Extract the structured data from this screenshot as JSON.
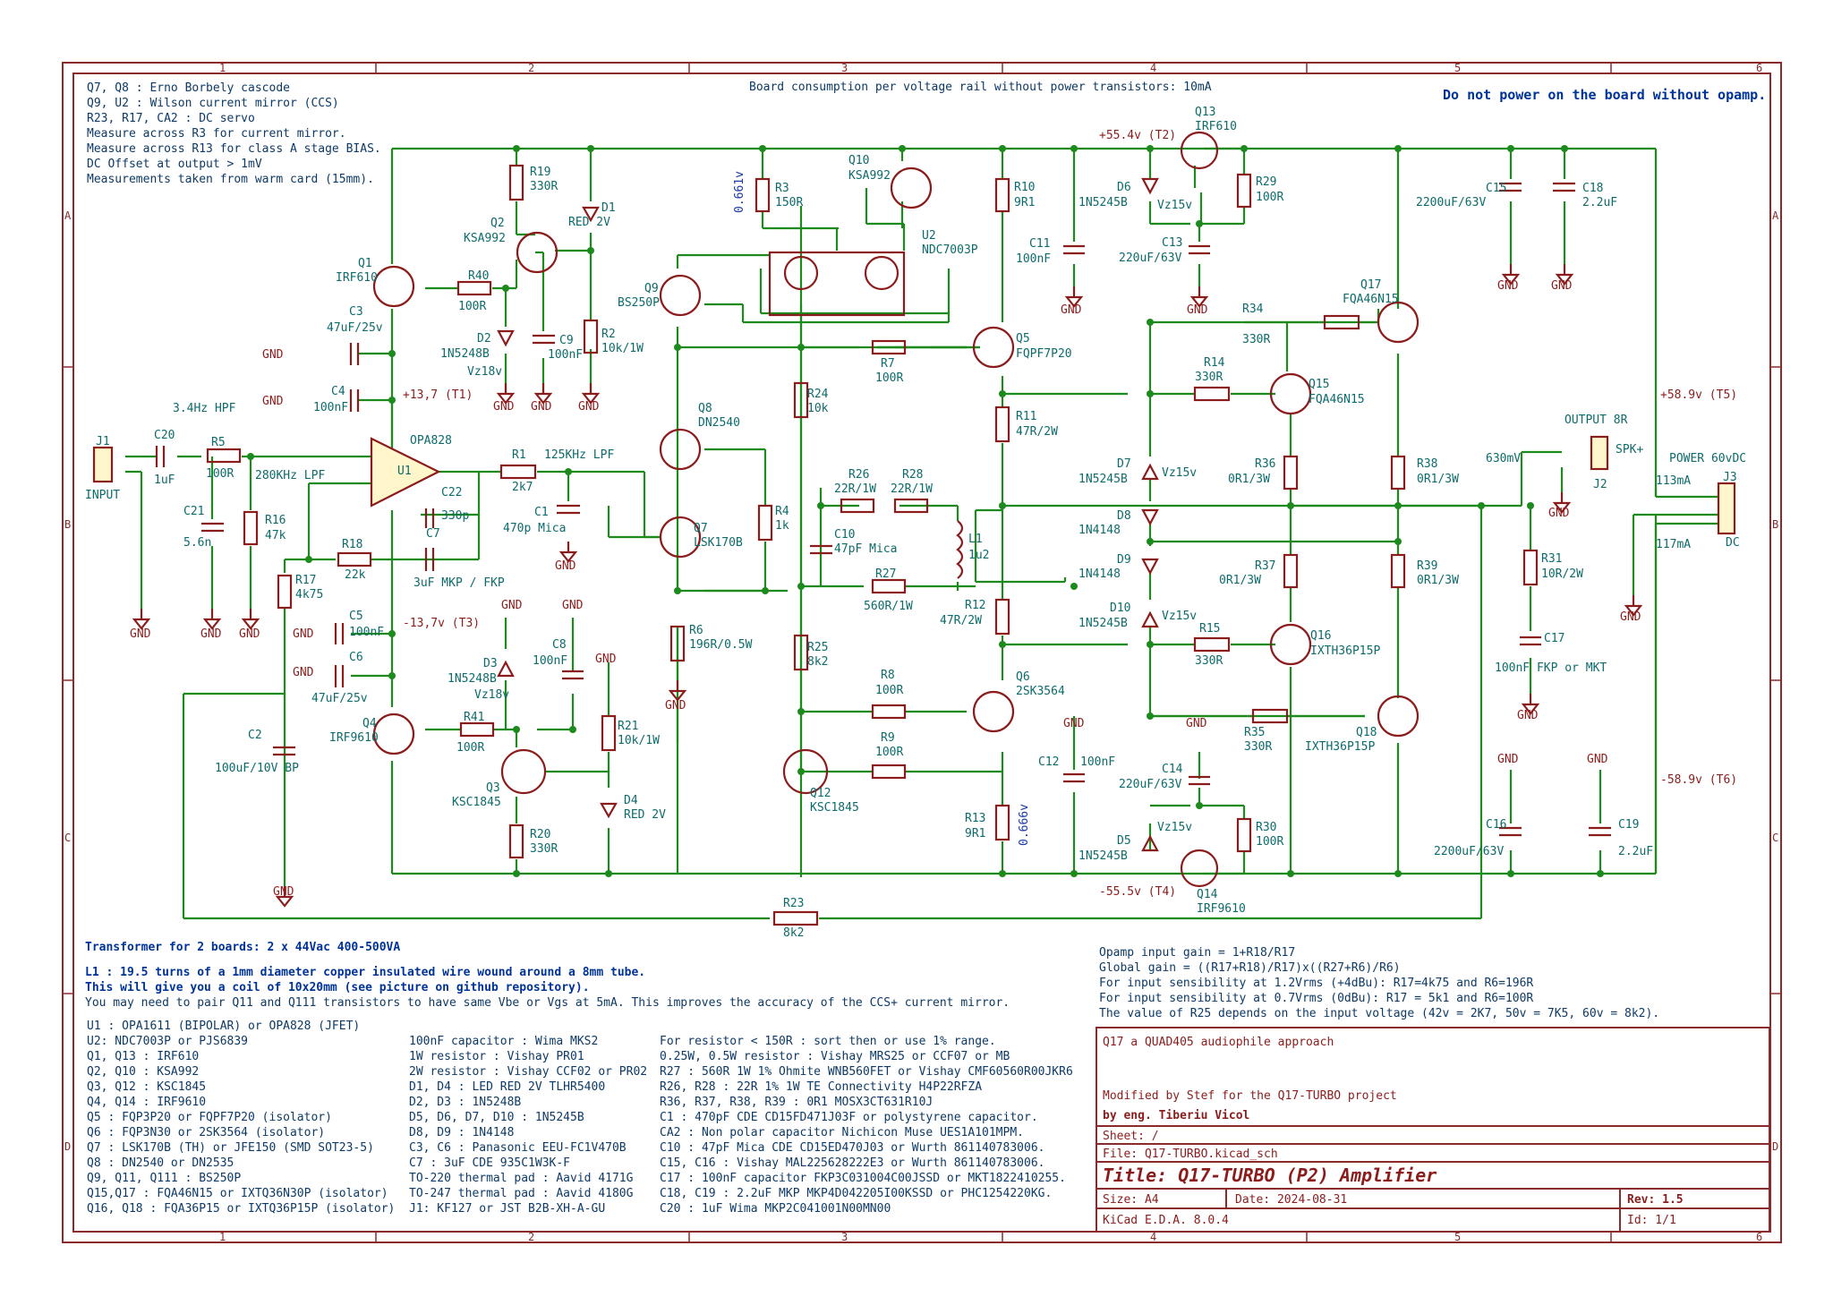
{
  "header_notes": [
    "Q7, Q8 : Erno Borbely cascode",
    "Q9, U2 : Wilson current mirror (CCS)",
    "R23, R17, CA2 : DC servo",
    "Measure across R3 for current mirror.",
    "Measure across R13 for class A stage BIAS.",
    "DC Offset at output > 1mV",
    "Measurements taken from warm card (15mm)."
  ],
  "board_consumption": "Board consumption per voltage rail without power transistors: 10mA",
  "warning": "Do not power on the board without opamp.",
  "grid_cols": [
    "1",
    "2",
    "3",
    "4",
    "5",
    "6"
  ],
  "grid_rows": [
    "A",
    "B",
    "C",
    "D"
  ],
  "rails": {
    "plus_t2": "+55.4v (T2)",
    "minus_t4": "-55.5v (T4)",
    "plus_t1": "+13,7 (T1)",
    "minus_t3": "-13,7v (T3)",
    "plus_t5": "+58.9v (T5)",
    "minus_t6": "-58.9v (T6)",
    "gnd": "GND"
  },
  "components": {
    "j1": {
      "ref": "J1",
      "val": "INPUT"
    },
    "c20": {
      "ref": "C20",
      "val": "1uF"
    },
    "r5": {
      "ref": "R5",
      "val": "100R"
    },
    "hpf": "3.4Hz HPF",
    "lpf280": "280KHz LPF",
    "lpf125": "125KHz LPF",
    "c21": {
      "ref": "C21",
      "val": "5.6n"
    },
    "r16": {
      "ref": "R16",
      "val": "47k"
    },
    "r18": {
      "ref": "R18",
      "val": "22k"
    },
    "r17": {
      "ref": "R17",
      "val": "4k75"
    },
    "c7": {
      "ref": "C7",
      "val": "3uF MKP / FKP"
    },
    "c22": {
      "ref": "C22",
      "val": "330p"
    },
    "u1": {
      "ref": "U1",
      "val": "OPA828"
    },
    "r1": {
      "ref": "R1",
      "val": "2k7"
    },
    "c1": {
      "ref": "C1",
      "val": "470p Mica"
    },
    "q1": {
      "ref": "Q1",
      "val": "IRF610"
    },
    "q4": {
      "ref": "Q4",
      "val": "IRF9610"
    },
    "c3": {
      "ref": "C3",
      "val": "47uF/25v"
    },
    "c4": {
      "ref": "C4",
      "val": "100nF"
    },
    "c5": {
      "ref": "C5",
      "val": "100nF"
    },
    "c6": {
      "ref": "C6",
      "val": "47uF/25v"
    },
    "c2": {
      "ref": "C2",
      "val": "100uF/10V BP"
    },
    "r19": {
      "ref": "R19",
      "val": "330R"
    },
    "q2": {
      "ref": "Q2",
      "val": "KSA992"
    },
    "r40": {
      "ref": "R40",
      "val": "100R"
    },
    "d2": {
      "ref": "D2",
      "val": "1N5248B"
    },
    "vz18": "Vz18v",
    "c9": {
      "ref": "C9",
      "val": "100nF"
    },
    "d1": {
      "ref": "D1",
      "val": "RED 2V"
    },
    "r2": {
      "ref": "R2",
      "val": "10k/1W"
    },
    "d3": {
      "ref": "D3",
      "val": "1N5248B"
    },
    "c8": {
      "ref": "C8",
      "val": "100nF"
    },
    "r41": {
      "ref": "R41",
      "val": "100R"
    },
    "q3": {
      "ref": "Q3",
      "val": "KSC1845"
    },
    "r21": {
      "ref": "R21",
      "val": "10k/1W"
    },
    "d4": {
      "ref": "D4",
      "val": "RED 2V"
    },
    "r20": {
      "ref": "R20",
      "val": "330R"
    },
    "r3": {
      "ref": "R3",
      "val": "150R"
    },
    "v661": "0.661v",
    "q10": {
      "ref": "Q10",
      "val": "KSA992"
    },
    "u2": {
      "ref": "U2",
      "val": "NDC7003P"
    },
    "q9": {
      "ref": "Q9",
      "val": "BS250P"
    },
    "q8": {
      "ref": "Q8",
      "val": "DN2540"
    },
    "q7": {
      "ref": "Q7",
      "val": "LSK170B"
    },
    "r4": {
      "ref": "R4",
      "val": "1k"
    },
    "r6": {
      "ref": "R6",
      "val": "196R/0.5W"
    },
    "r24": {
      "ref": "R24",
      "val": "10k"
    },
    "r25": {
      "ref": "R25",
      "val": "8k2"
    },
    "r7": {
      "ref": "R7",
      "val": "100R"
    },
    "r26": {
      "ref": "R26",
      "val": "22R/1W"
    },
    "r28": {
      "ref": "R28",
      "val": "22R/1W"
    },
    "c10": {
      "ref": "C10",
      "val": "47pF Mica"
    },
    "l1": {
      "ref": "L1",
      "val": "1u2"
    },
    "r27": {
      "ref": "R27",
      "val": "560R/1W"
    },
    "r8": {
      "ref": "R8",
      "val": "100R"
    },
    "r9": {
      "ref": "R9",
      "val": "100R"
    },
    "q12": {
      "ref": "Q12",
      "val": "KSC1845"
    },
    "r10": {
      "ref": "R10",
      "val": "9R1"
    },
    "q5": {
      "ref": "Q5",
      "val": "FQPF7P20"
    },
    "r11": {
      "ref": "R11",
      "val": "47R/2W"
    },
    "r12": {
      "ref": "R12",
      "val": "47R/2W"
    },
    "q6": {
      "ref": "Q6",
      "val": "2SK3564"
    },
    "r13": {
      "ref": "R13",
      "val": "9R1"
    },
    "v666": "0.666v",
    "c11": {
      "ref": "C11",
      "val": "100nF"
    },
    "c12": {
      "ref": "C12",
      "val": "100nF"
    },
    "d6": {
      "ref": "D6",
      "val": "1N5245B"
    },
    "vz15": "Vz15v",
    "q13": {
      "ref": "Q13",
      "val": "IRF610"
    },
    "r29": {
      "ref": "R29",
      "val": "100R"
    },
    "c13": {
      "ref": "C13",
      "val": "220uF/63V"
    },
    "r34": {
      "ref": "R34",
      "val": "330R"
    },
    "r14": {
      "ref": "R14",
      "val": "330R"
    },
    "q15": {
      "ref": "Q15",
      "val": "FQA46N15"
    },
    "q17": {
      "ref": "Q17",
      "val": "FQA46N15"
    },
    "d7": {
      "ref": "D7",
      "val": "1N5245B"
    },
    "d8": {
      "ref": "D8",
      "val": "1N4148"
    },
    "d9": {
      "ref": "D9",
      "val": "1N4148"
    },
    "d10": {
      "ref": "D10",
      "val": "1N5245B"
    },
    "r36": {
      "ref": "R36",
      "val": "0R1/3W"
    },
    "r37": {
      "ref": "R37",
      "val": "0R1/3W"
    },
    "r38": {
      "ref": "R38",
      "val": "0R1/3W"
    },
    "r39": {
      "ref": "R39",
      "val": "0R1/3W"
    },
    "r15": {
      "ref": "R15",
      "val": "330R"
    },
    "q16": {
      "ref": "Q16",
      "val": "IXTH36P15P"
    },
    "r35": {
      "ref": "R35",
      "val": "330R"
    },
    "q18": {
      "ref": "Q18",
      "val": "IXTH36P15P"
    },
    "c14": {
      "ref": "C14",
      "val": "220uF/63V"
    },
    "d5": {
      "ref": "D5",
      "val": "1N5245B"
    },
    "q14": {
      "ref": "Q14",
      "val": "IRF9610"
    },
    "r30": {
      "ref": "R30",
      "val": "100R"
    },
    "c15": {
      "ref": "C15",
      "val": "2200uF/63V"
    },
    "c18": {
      "ref": "C18",
      "val": "2.2uF"
    },
    "c16": {
      "ref": "C16",
      "val": "2200uF/63V"
    },
    "c19": {
      "ref": "C19",
      "val": "2.2uF"
    },
    "j2": {
      "ref": "J2",
      "val": "OUTPUT 8R",
      "pin": "SPK+"
    },
    "j3": {
      "ref": "J3",
      "val": "POWER 60vDC",
      "pin": "DC"
    },
    "mv630": "630mV",
    "ma113": "113mA",
    "ma117": "117mA",
    "r31": {
      "ref": "R31",
      "val": "10R/2W"
    },
    "c17": {
      "ref": "C17",
      "val": "100nF FKP or MKT"
    },
    "r23": {
      "ref": "R23",
      "val": "8k2"
    }
  },
  "transformer_note": "Transformer for 2 boards: 2 x 44Vac 400-500VA",
  "l1_notes": [
    "L1 : 19.5 turns of a 1mm diameter copper insulated wire wound around a 8mm tube.",
    "This will give you a coil of 10x20mm (see picture on github repository).",
    "You may need to pair Q11 and Q111 transistors to have same Vbe or Vgs at 5mA. This improves the accuracy of the CCS+ current mirror."
  ],
  "bom_col1": [
    "U1 : OPA1611 (BIPOLAR) or OPA828 (JFET)",
    "U2: NDC7003P or PJS6839",
    "Q1, Q13 : IRF610",
    "Q2, Q10 : KSA992",
    "Q3, Q12 : KSC1845",
    "Q4, Q14 : IRF9610",
    "Q5 : FQP3P20 or FQPF7P20 (isolator)",
    "Q6 : FQP3N30 or 2SK3564 (isolator)",
    "Q7 : LSK170B (TH) or JFE150 (SMD SOT23-5)",
    "Q8 : DN2540 or DN2535",
    "Q9, Q11, Q111 : BS250P",
    "Q15,Q17 : FQA46N15 or IXTQ36N30P (isolator)",
    "Q16, Q18 : FQA36P15 or IXTQ36P15P (isolator)"
  ],
  "bom_col2": [
    "100nF capacitor : Wima MKS2",
    "1W resistor : Vishay PR01",
    "2W resistor : Vishay CCF02 or PR02",
    "D1, D4 : LED RED 2V TLHR5400",
    "D2, D3 : 1N5248B",
    "D5, D6, D7, D10 : 1N5245B",
    "D8, D9 : 1N4148",
    "C3, C6 : Panasonic EEU-FC1V470B",
    "C7 : 3uF CDE 935C1W3K-F",
    "TO-220 thermal pad : Aavid 4171G",
    "TO-247 thermal pad : Aavid 4180G",
    "J1: KF127 or JST B2B-XH-A-GU"
  ],
  "bom_col3": [
    "For resistor < 150R : sort then or use 1% range.",
    "0.25W, 0.5W resistor : Vishay MRS25 or CCF07 or MB",
    "R27 : 560R 1W 1% Ohmite WNB560FET or Vishay CMF60560R00JKR6",
    "R26, R28 : 22R 1% 1W TE Connectivity H4P22RFZA",
    "R36, R37, R38, R39 : 0R1 MOSX3CT631R10J",
    "C1 : 470pF CDE CD15FD471J03F or polystyrene capacitor.",
    "CA2 : Non polar capacitor Nichicon Muse UES1A101MPM.",
    "C10 : 47pF Mica CDE CD15ED470J03 or Wurth 861140783006.",
    "C15, C16 : Vishay MAL225628222E3 or Wurth 861140783006.",
    "C17 : 100nF capacitor FKP3C031004C00JSSD or MKT1822410255.",
    "C18, C19 : 2.2uF MKP MKP4D042205I00KSSD or PHC1254220KG.",
    "C20 : 1uF Wima MKP2C041001N00MN00"
  ],
  "gain_notes": [
    "Opamp input gain = 1+R18/R17",
    "Global gain = ((R17+R18)/R17)x((R27+R6)/R6)",
    "For input sensibility at 1.2Vrms (+4dBu): R17=4k75 and R6=196R",
    "For input sensibility at 0.7Vrms (0dBu): R17 = 5k1 and R6=100R",
    "The value of R25 depends on the input voltage (42v = 2K7, 50v = 7K5, 60v = 8k2)."
  ],
  "title_block": {
    "project_desc": "Q17 a QUAD405 audiophile approach",
    "modified": "Modified by Stef for the Q17-TURBO project",
    "author": "by eng. Tiberiu Vicol",
    "sheet": "Sheet: /",
    "file": "File: Q17-TURBO.kicad_sch",
    "title": "Title: Q17-TURBO (P2) Amplifier",
    "size": "Size: A4",
    "date": "Date: 2024-08-31",
    "rev": "Rev: 1.5",
    "kicad": "KiCad E.D.A. 8.0.4",
    "id": "Id: 1/1"
  },
  "colors": {
    "wire": "#1d8a1d",
    "symbol": "#8b1c1c",
    "text": "#0d6b6b",
    "border": "#8b2a2a",
    "note_blue": "#1a3aa6"
  }
}
